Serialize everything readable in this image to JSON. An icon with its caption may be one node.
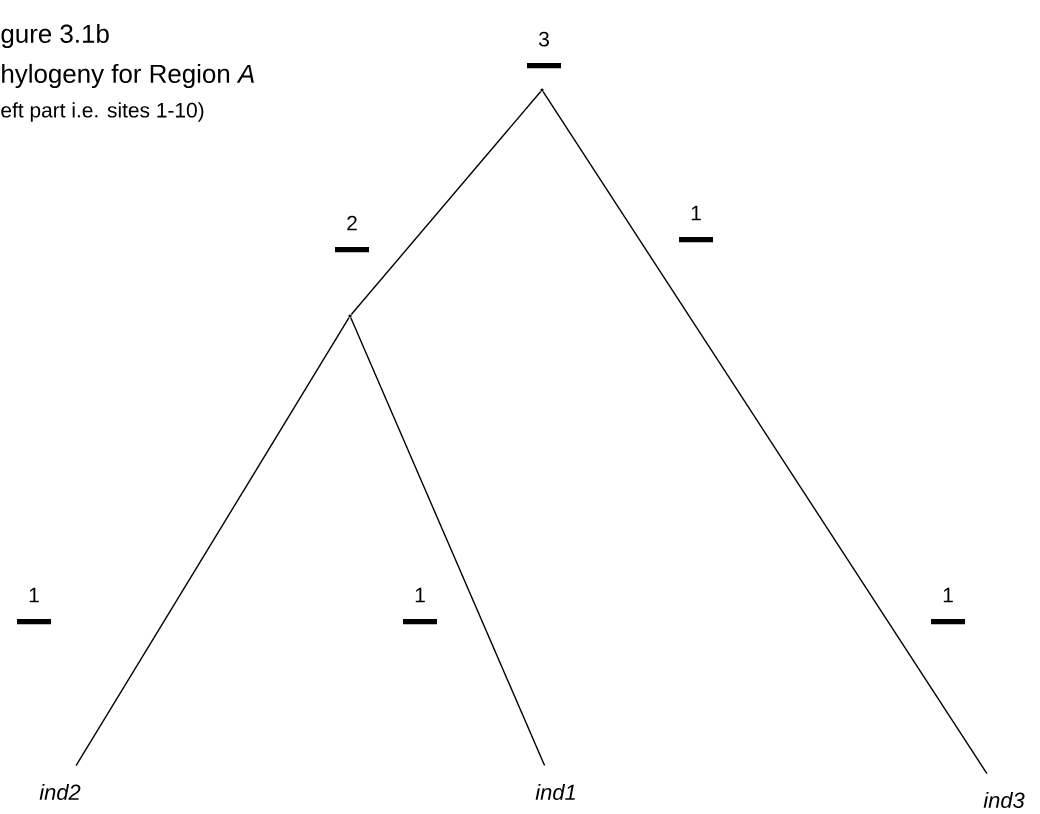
{
  "diagram": {
    "nodes": [
      {
        "text": [],
        "shape": "point"
      },
      {
        "text": [],
        "shape": "point"
      },
      {
        "text": [
          "ind2"
        ]
      },
      {
        "text": [
          "ind1"
        ]
      },
      {
        "text": [
          "ind3"
        ]
      }
    ],
    "edges": [
      {
        "from": 0,
        "to": 1,
        "arrow": "none"
      },
      {
        "from": 0,
        "to": 4,
        "arrow": "none"
      },
      {
        "from": 1,
        "to": 2,
        "arrow": "none"
      },
      {
        "from": 1,
        "to": 3,
        "arrow": "none"
      }
    ],
    "labels": [
      "gure 3.1b",
      "hylogeny for Region *A*",
      "eft part i.e. sites 1-10)",
      "3",
      "2",
      "1",
      "1",
      "1",
      "1"
    ]
  }
}
